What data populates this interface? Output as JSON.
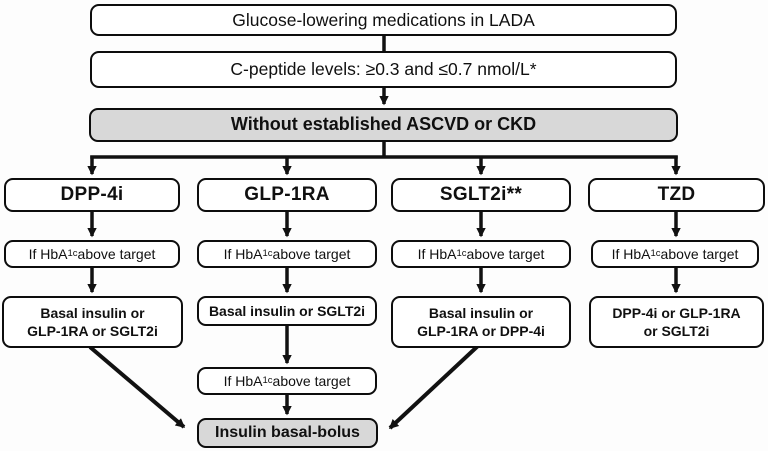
{
  "palette": {
    "border": "#0d0d0d",
    "gray_fill": "#d8d8d8",
    "white_fill": "#ffffff",
    "arrow": "#111111"
  },
  "flowchart": {
    "title_box": "Glucose-lowering medications in LADA",
    "cpeptide_box": "C-peptide levels: ≥0.3 and ≤0.7 nmol/L*",
    "condition_box": "Without established ASCVD or CKD",
    "hba1c_label": {
      "prefix": "If HbA",
      "sub": "1c",
      "suffix": " above target"
    },
    "columns": [
      {
        "header": "DPP-4i",
        "escalation": "Basal insulin or\nGLP-1RA or SGLT2i"
      },
      {
        "header": "GLP-1RA",
        "escalation": "Basal insulin or SGLT2i"
      },
      {
        "header": "SGLT2i**",
        "escalation": "Basal insulin or\nGLP-1RA or DPP-4i"
      },
      {
        "header": "TZD",
        "escalation": "DPP-4i or GLP-1RA\nor SGLT2i"
      }
    ],
    "final_box": "Insulin basal-bolus"
  }
}
